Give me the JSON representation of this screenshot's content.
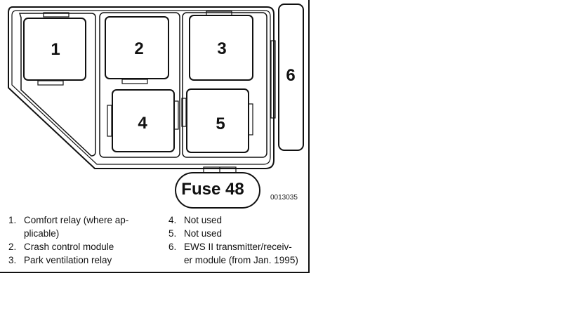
{
  "diagram": {
    "positions": [
      {
        "id": "1",
        "label": "1"
      },
      {
        "id": "2",
        "label": "2"
      },
      {
        "id": "3",
        "label": "3"
      },
      {
        "id": "4",
        "label": "4"
      },
      {
        "id": "5",
        "label": "5"
      },
      {
        "id": "6",
        "label": "6"
      }
    ],
    "fuse_label": "Fuse 48",
    "figure_code": "0013035"
  },
  "legend": {
    "left": [
      {
        "num": "1.",
        "text": "Comfort relay (where ap-"
      },
      {
        "num": "",
        "text": "plicable)"
      },
      {
        "num": "2.",
        "text": "Crash control module"
      },
      {
        "num": "3.",
        "text": "Park ventilation relay"
      }
    ],
    "right": [
      {
        "num": "4.",
        "text": "Not used"
      },
      {
        "num": "5.",
        "text": "Not used"
      },
      {
        "num": "6.",
        "text": "EWS II transmitter/receiv-"
      },
      {
        "num": "",
        "text": "er module (from Jan. 1995)"
      }
    ]
  }
}
